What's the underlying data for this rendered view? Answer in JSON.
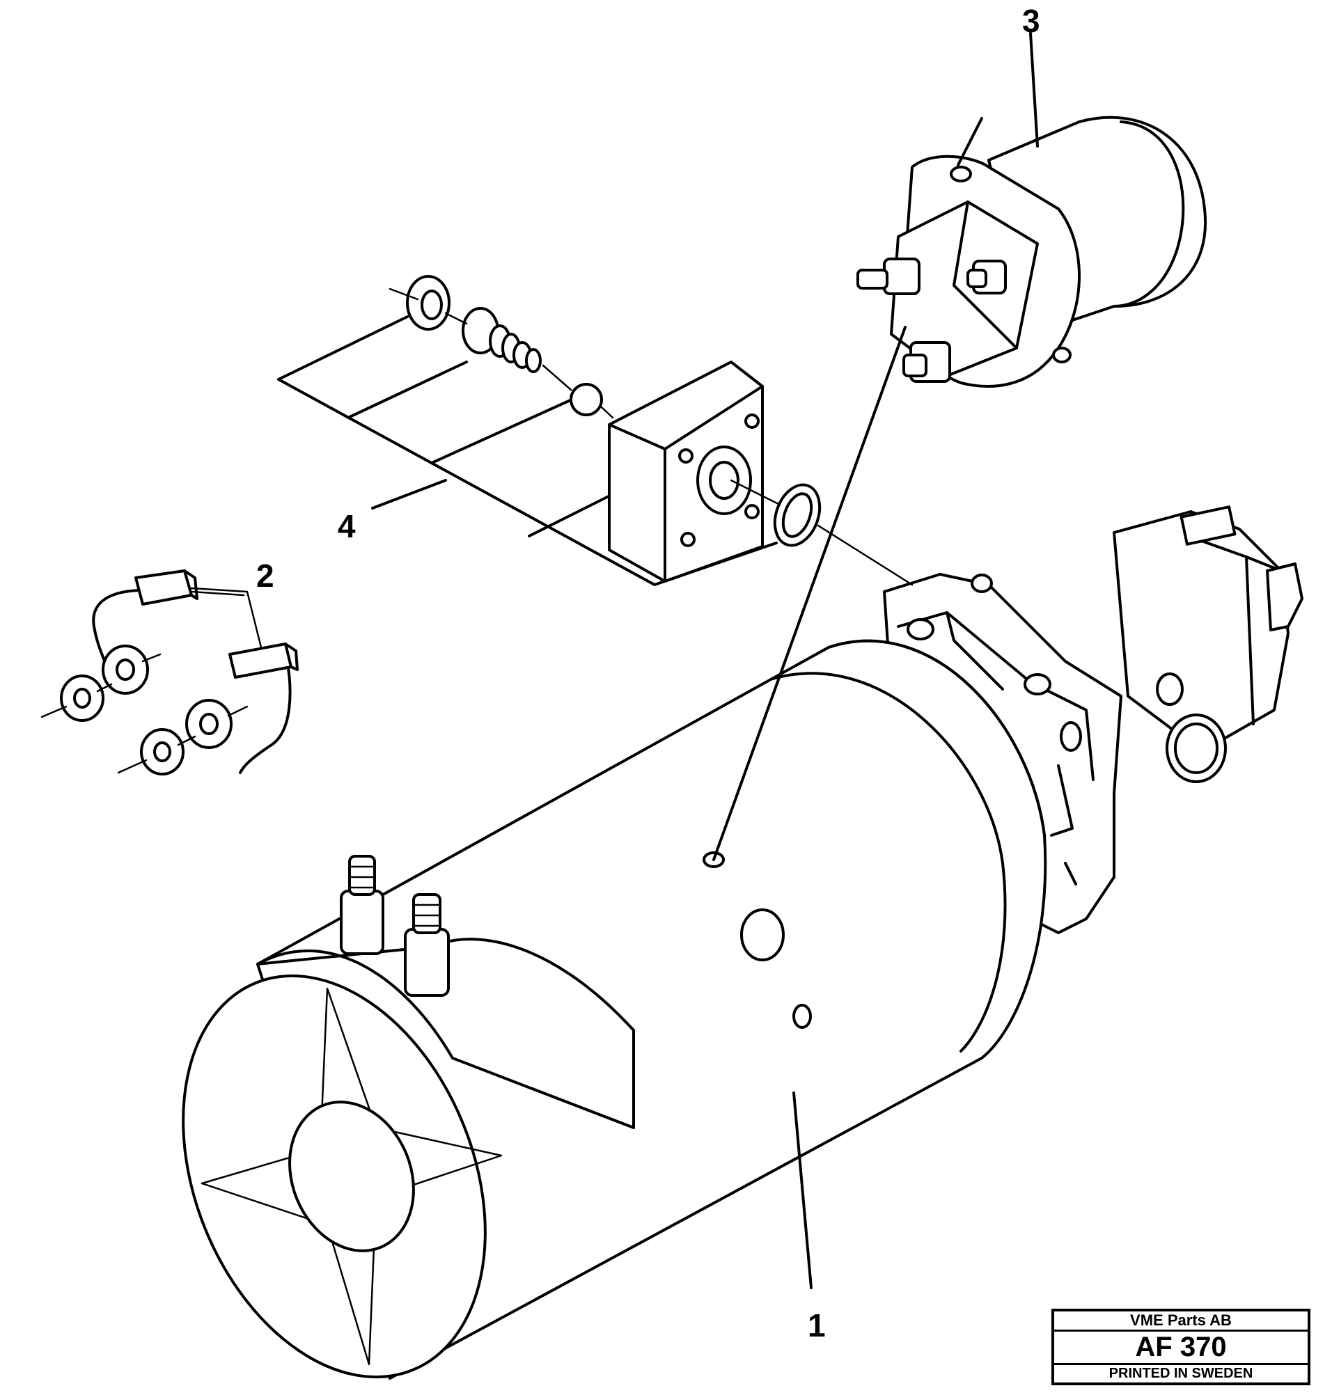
{
  "callouts": {
    "c1": "1",
    "c2": "2",
    "c3": "3",
    "c4": "4"
  },
  "title_block": {
    "company": "VME Parts AB",
    "code": "AF 370",
    "printed": "PRINTED IN SWEDEN"
  }
}
